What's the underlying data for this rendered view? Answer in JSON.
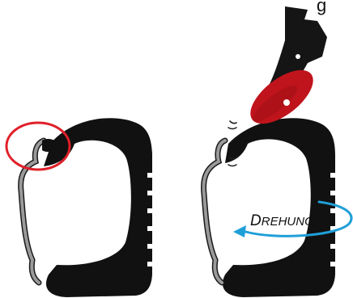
{
  "header": {
    "partial_text": "g"
  },
  "annotation": {
    "rotation_initial": "D",
    "rotation_rest": "REHUNG"
  },
  "colors": {
    "tire": "#111111",
    "rim": "#9a9a9a",
    "rim_outline": "#1a1a1a",
    "highlight_circle": "#e0202a",
    "tool_disc": "#c0141c",
    "tool_body": "#151515",
    "rotation_arrow": "#1f9fd8",
    "background": "#ffffff"
  },
  "icons": {
    "left_tire": "tire-cross-section-icon",
    "right_tire": "tire-cross-section-icon",
    "tool": "bead-breaker-tool-icon",
    "rotation": "rotation-arrow-icon"
  }
}
